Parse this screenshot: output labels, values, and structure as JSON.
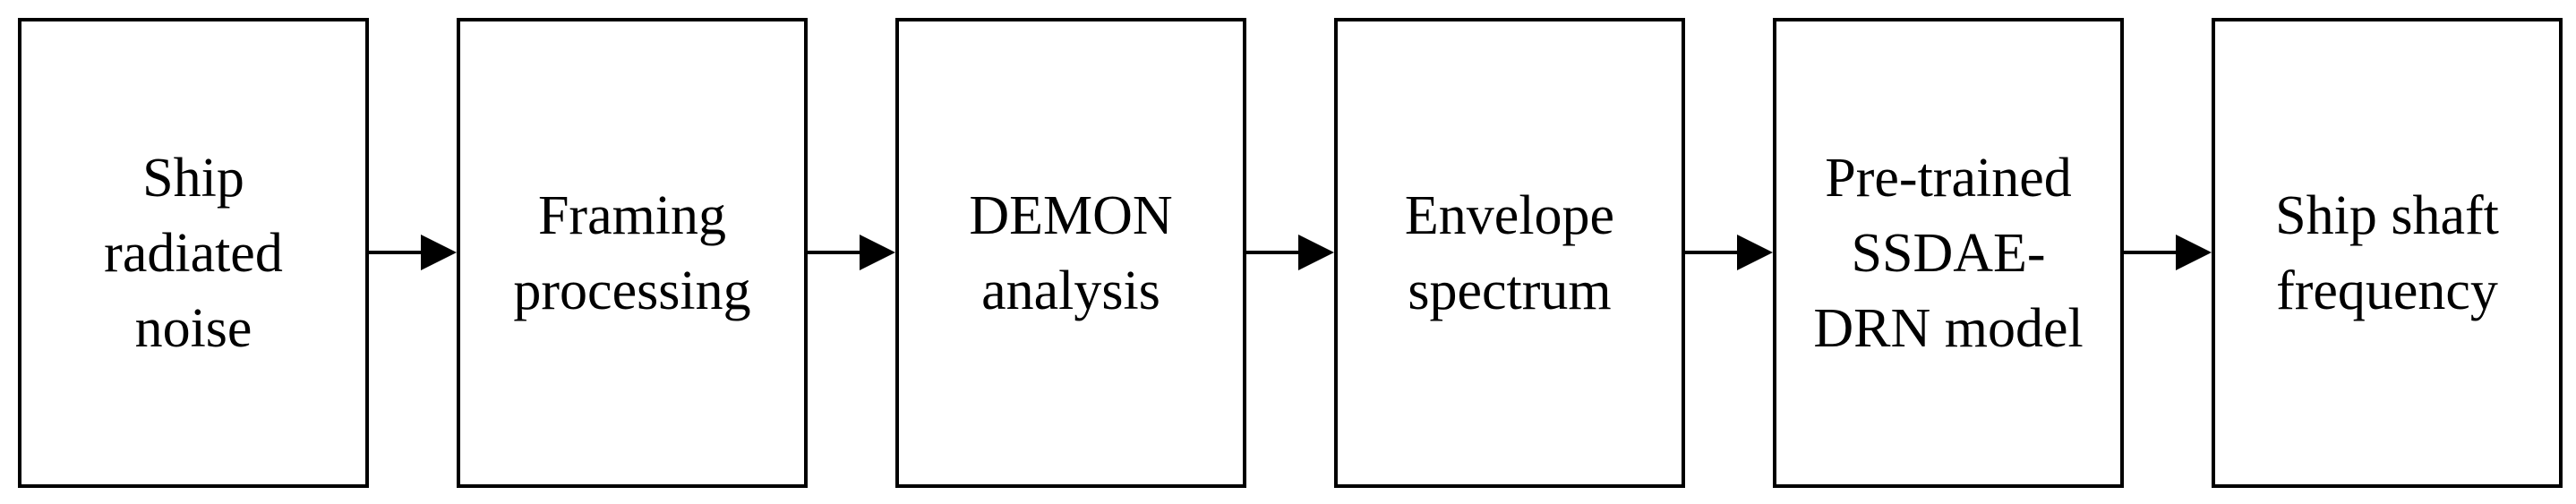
{
  "diagram": {
    "stages": [
      {
        "id": "s1",
        "label": "Ship\nradiated\nnoise"
      },
      {
        "id": "s2",
        "label": "Framing\nprocessing"
      },
      {
        "id": "s3",
        "label": "DEMON\nanalysis"
      },
      {
        "id": "s4",
        "label": "Envelope\nspectrum"
      },
      {
        "id": "s5",
        "label": "Pre-trained\nSSDAE-\nDRN model"
      },
      {
        "id": "s6",
        "label": "Ship shaft\nfrequency"
      }
    ],
    "arrows": [
      {
        "from": "s1",
        "to": "s2"
      },
      {
        "from": "s2",
        "to": "s3"
      },
      {
        "from": "s3",
        "to": "s4"
      },
      {
        "from": "s4",
        "to": "s5"
      },
      {
        "from": "s5",
        "to": "s6"
      }
    ],
    "line_color": "#000000"
  }
}
